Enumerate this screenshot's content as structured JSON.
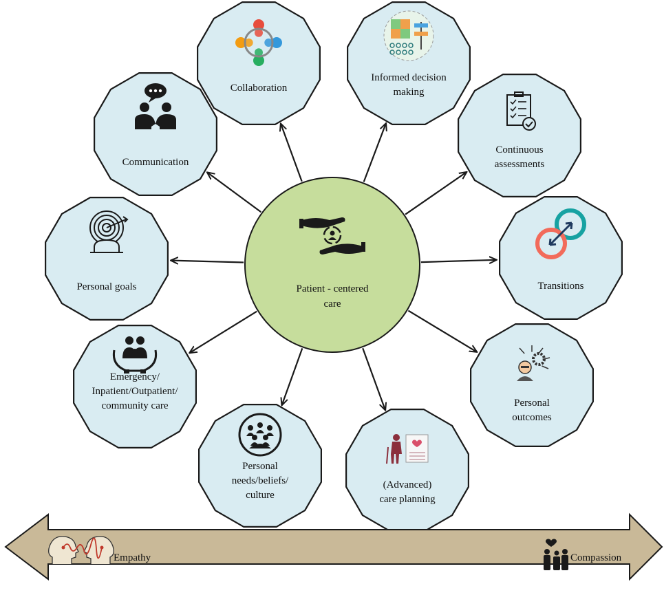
{
  "center": {
    "label_lines": [
      "Patient - centered",
      "care"
    ],
    "fill": "#c6dd9c",
    "stroke": "#1a1a1a",
    "icon": "caring-hands-icon"
  },
  "node_style": {
    "fill": "#d9ecf2",
    "stroke": "#1a1a1a"
  },
  "nodes": [
    {
      "id": "collaboration",
      "label_lines": [
        "Collaboration"
      ],
      "icon": "team-circle-icon"
    },
    {
      "id": "informed-decision-making",
      "label_lines": [
        "Informed decision",
        "making"
      ],
      "icon": "puzzle-signpost-icon"
    },
    {
      "id": "continuous-assessments",
      "label_lines": [
        "Continuous",
        "assessments"
      ],
      "icon": "checklist-clipboard-icon"
    },
    {
      "id": "transitions",
      "label_lines": [
        "Transitions"
      ],
      "icon": "transition-circles-icon"
    },
    {
      "id": "personal-outcomes",
      "label_lines": [
        "Personal",
        "outcomes"
      ],
      "icon": "gear-person-icon"
    },
    {
      "id": "advanced-care-planning",
      "label_lines": [
        "(Advanced)",
        "care planning"
      ],
      "icon": "elderly-care-plan-icon"
    },
    {
      "id": "personal-needs",
      "label_lines": [
        "Personal",
        "needs/beliefs/",
        "culture"
      ],
      "icon": "community-group-icon"
    },
    {
      "id": "emergency-care",
      "label_lines": [
        "Emergency/",
        "Inpatient/Outpatient/",
        "community care"
      ],
      "icon": "family-in-hands-icon"
    },
    {
      "id": "personal-goals",
      "label_lines": [
        "Personal goals"
      ],
      "icon": "target-person-icon"
    },
    {
      "id": "communication",
      "label_lines": [
        "Communication"
      ],
      "icon": "speech-bubble-people-icon"
    }
  ],
  "arrow": {
    "fill": "#c9b998",
    "stroke": "#1a1a1a",
    "left_label": "Empathy",
    "right_label": "Compassion",
    "left_icon": "two-heads-heartbeat-icon",
    "right_icon": "people-heart-icon"
  }
}
